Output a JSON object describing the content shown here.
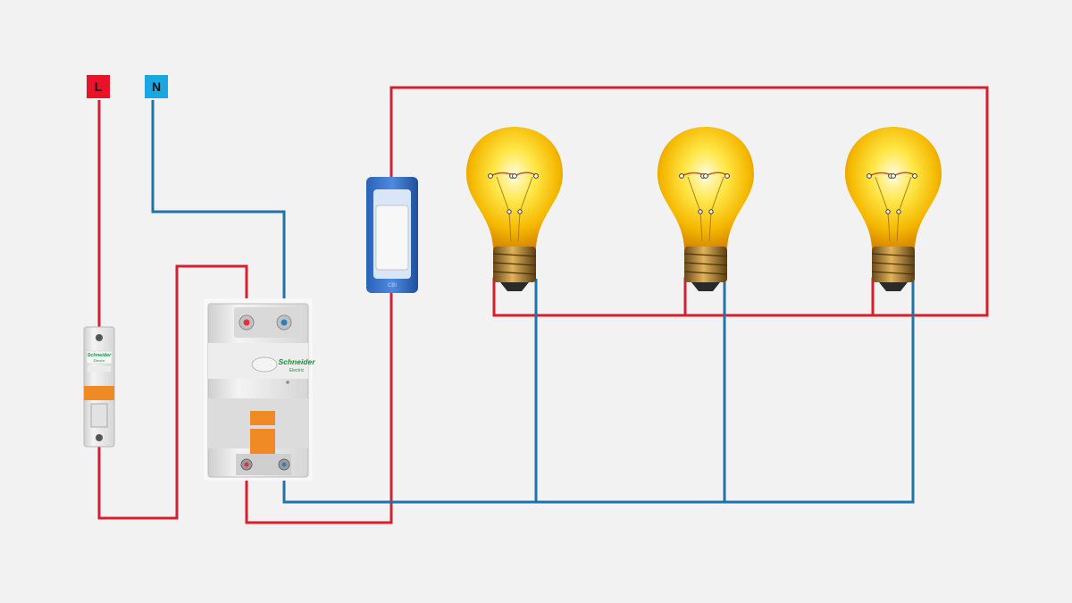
{
  "terminals": {
    "live": {
      "label": "L",
      "color": "#e8132b"
    },
    "neutral": {
      "label": "N",
      "color": "#1aa6e0"
    }
  },
  "wires": {
    "live_color": "#d42030",
    "neutral_color": "#1e73a8"
  },
  "breaker": {
    "brand": "Schneider",
    "sub": "Electric"
  },
  "rcd": {
    "brand": "Schneider",
    "sub": "Electric"
  },
  "switch": {
    "label": "CBI"
  },
  "lamps": [
    {
      "name": "lamp-1"
    },
    {
      "name": "lamp-2"
    },
    {
      "name": "lamp-3"
    }
  ]
}
